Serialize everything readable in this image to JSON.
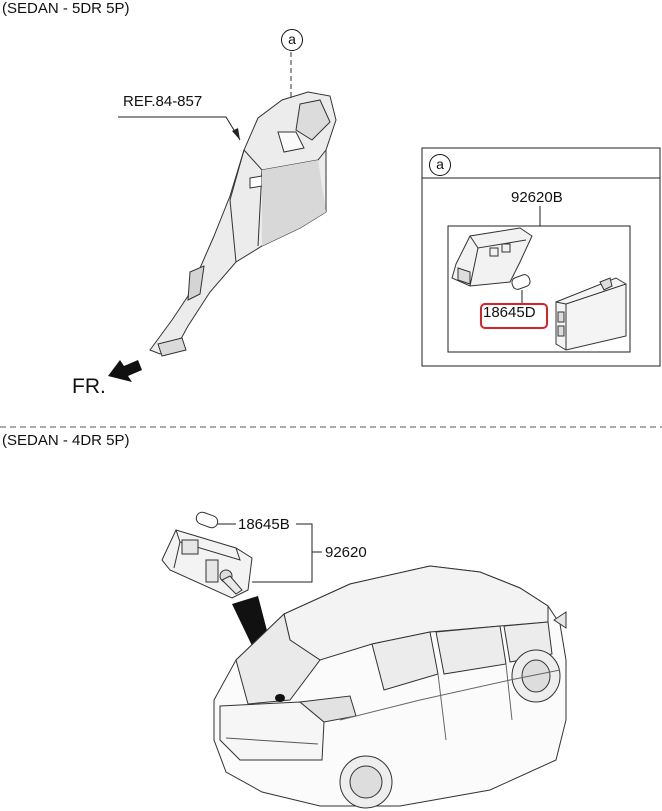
{
  "sections": {
    "top_title": "(SEDAN - 5DR 5P)",
    "bottom_title": "(SEDAN - 4DR 5P)"
  },
  "labels": {
    "ref": "REF.84-857",
    "front": "FR.",
    "callout_top": "a",
    "callout_box": "a",
    "part_92620b": "92620B",
    "part_18645d": "18645D",
    "part_18645b": "18645B",
    "part_92620": "92620"
  },
  "colors": {
    "highlight": "#d6242a",
    "line": "#111111"
  }
}
